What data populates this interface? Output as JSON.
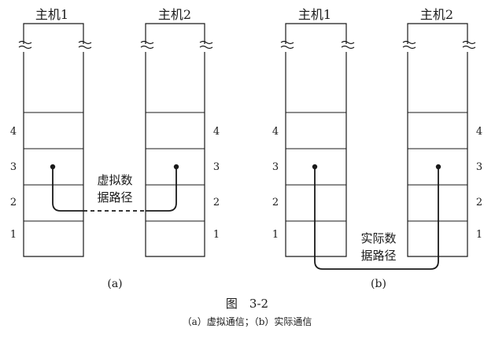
{
  "diagram_a": {
    "host1": {
      "label": "主机1",
      "layers": [
        "4",
        "3",
        "2",
        "1"
      ]
    },
    "host2": {
      "label": "主机2",
      "layers": [
        "4",
        "3",
        "2",
        "1"
      ]
    },
    "path_label_line1": "虚拟数",
    "path_label_line2": "据路径",
    "sub_label": "(a)"
  },
  "diagram_b": {
    "host1": {
      "label": "主机1",
      "layers": [
        "4",
        "3",
        "2",
        "1"
      ]
    },
    "host2": {
      "label": "主机2",
      "layers": [
        "4",
        "3",
        "2",
        "1"
      ]
    },
    "path_label_line1": "实际数",
    "path_label_line2": "据路径",
    "sub_label": "(b)"
  },
  "figure": {
    "title": "图　3-2",
    "caption": "（a）虚拟通信；（b）实际通信"
  }
}
